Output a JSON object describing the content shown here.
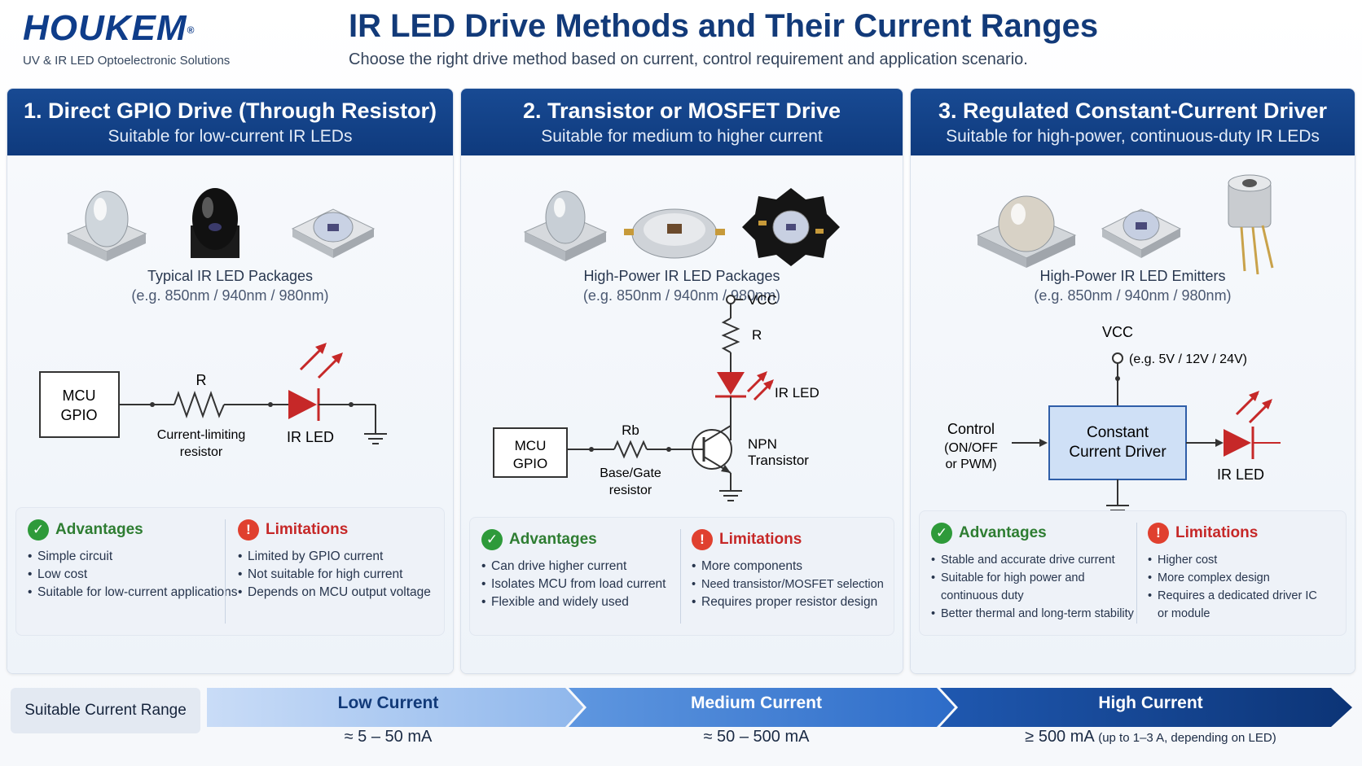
{
  "brand": {
    "logo": "HOUKEM",
    "registered": "®",
    "tagline": "UV & IR LED Optoelectronic Solutions"
  },
  "header": {
    "title": "IR LED Drive Methods and Their Current Ranges",
    "subtitle": "Choose the right drive method based on current, control requirement and application scenario."
  },
  "colors": {
    "header_blue": "#0f3a7d",
    "led_red": "#c62828",
    "advantage_green": "#2e9a3a",
    "limitation_red": "#e0402f"
  },
  "panels": [
    {
      "title": "1. Direct GPIO Drive (Through Resistor)",
      "subtitle": "Suitable for low-current IR LEDs",
      "package_caption": "Typical IR LED Packages",
      "package_wavelengths": "(e.g. 850nm / 940nm / 980nm)",
      "circuit": {
        "mcu_line1": "MCU",
        "mcu_line2": "GPIO",
        "resistor": "R",
        "resistor_desc_line1": "Current-limiting",
        "resistor_desc_line2": "resistor",
        "led": "IR LED"
      },
      "advantages_title": "Advantages",
      "advantages": [
        "Simple circuit",
        "Low cost",
        "Suitable for low-current applications"
      ],
      "limitations_title": "Limitations",
      "limitations": [
        "Limited by GPIO current",
        "Not suitable for high current",
        "Depends on MCU output voltage"
      ]
    },
    {
      "title": "2. Transistor or MOSFET  Drive",
      "subtitle": "Suitable for medium to higher current",
      "package_caption": "High-Power IR LED Packages",
      "package_wavelengths": "(e.g. 850nm / 940nm / 980nm)",
      "circuit": {
        "vcc": "VCC",
        "resistor": "R",
        "led": "IR LED",
        "mcu_line1": "MCU",
        "mcu_line2": "GPIO",
        "rb": "Rb",
        "rb_desc_line1": "Base/Gate",
        "rb_desc_line2": "resistor",
        "transistor_line1": "NPN",
        "transistor_line2": "Transistor"
      },
      "advantages_title": "Advantages",
      "advantages": [
        "Can drive higher current",
        "Isolates MCU from load current",
        "Flexible and widely used"
      ],
      "limitations_title": "Limitations",
      "limitations": [
        "More components",
        "Need transistor/MOSFET selection",
        "Requires proper resistor design"
      ]
    },
    {
      "title": "3. Regulated Constant-Current Driver",
      "subtitle": "Suitable for high-power, continuous-duty IR LEDs",
      "package_caption": "High-Power IR LED Emitters",
      "package_wavelengths": "(e.g. 850nm / 940nm / 980nm)",
      "circuit": {
        "vcc": "VCC",
        "vcc_example": "(e.g. 5V / 12V / 24V)",
        "control_line1": "Control",
        "control_line2": "(ON/OFF",
        "control_line3": "or PWM)",
        "driver_line1": "Constant",
        "driver_line2": "Current Driver",
        "led": "IR LED"
      },
      "advantages_title": "Advantages",
      "advantages": [
        "Stable and accurate drive current",
        "Suitable for high power and",
        "continuous duty",
        "Better thermal and long-term stability"
      ],
      "limitations_title": "Limitations",
      "limitations": [
        "Higher cost",
        "More complex design",
        "Requires a dedicated driver IC",
        "or module"
      ]
    }
  ],
  "current_range": {
    "label": "Suitable Current Range",
    "bands": [
      {
        "name": "Low Current",
        "value": "≈ 5 – 50 mA"
      },
      {
        "name": "Medium Current",
        "value": "≈ 50 – 500 mA"
      },
      {
        "name": "High Current",
        "value": "≥ 500 mA",
        "note": "(up to 1–3 A, depending on LED)"
      }
    ]
  }
}
